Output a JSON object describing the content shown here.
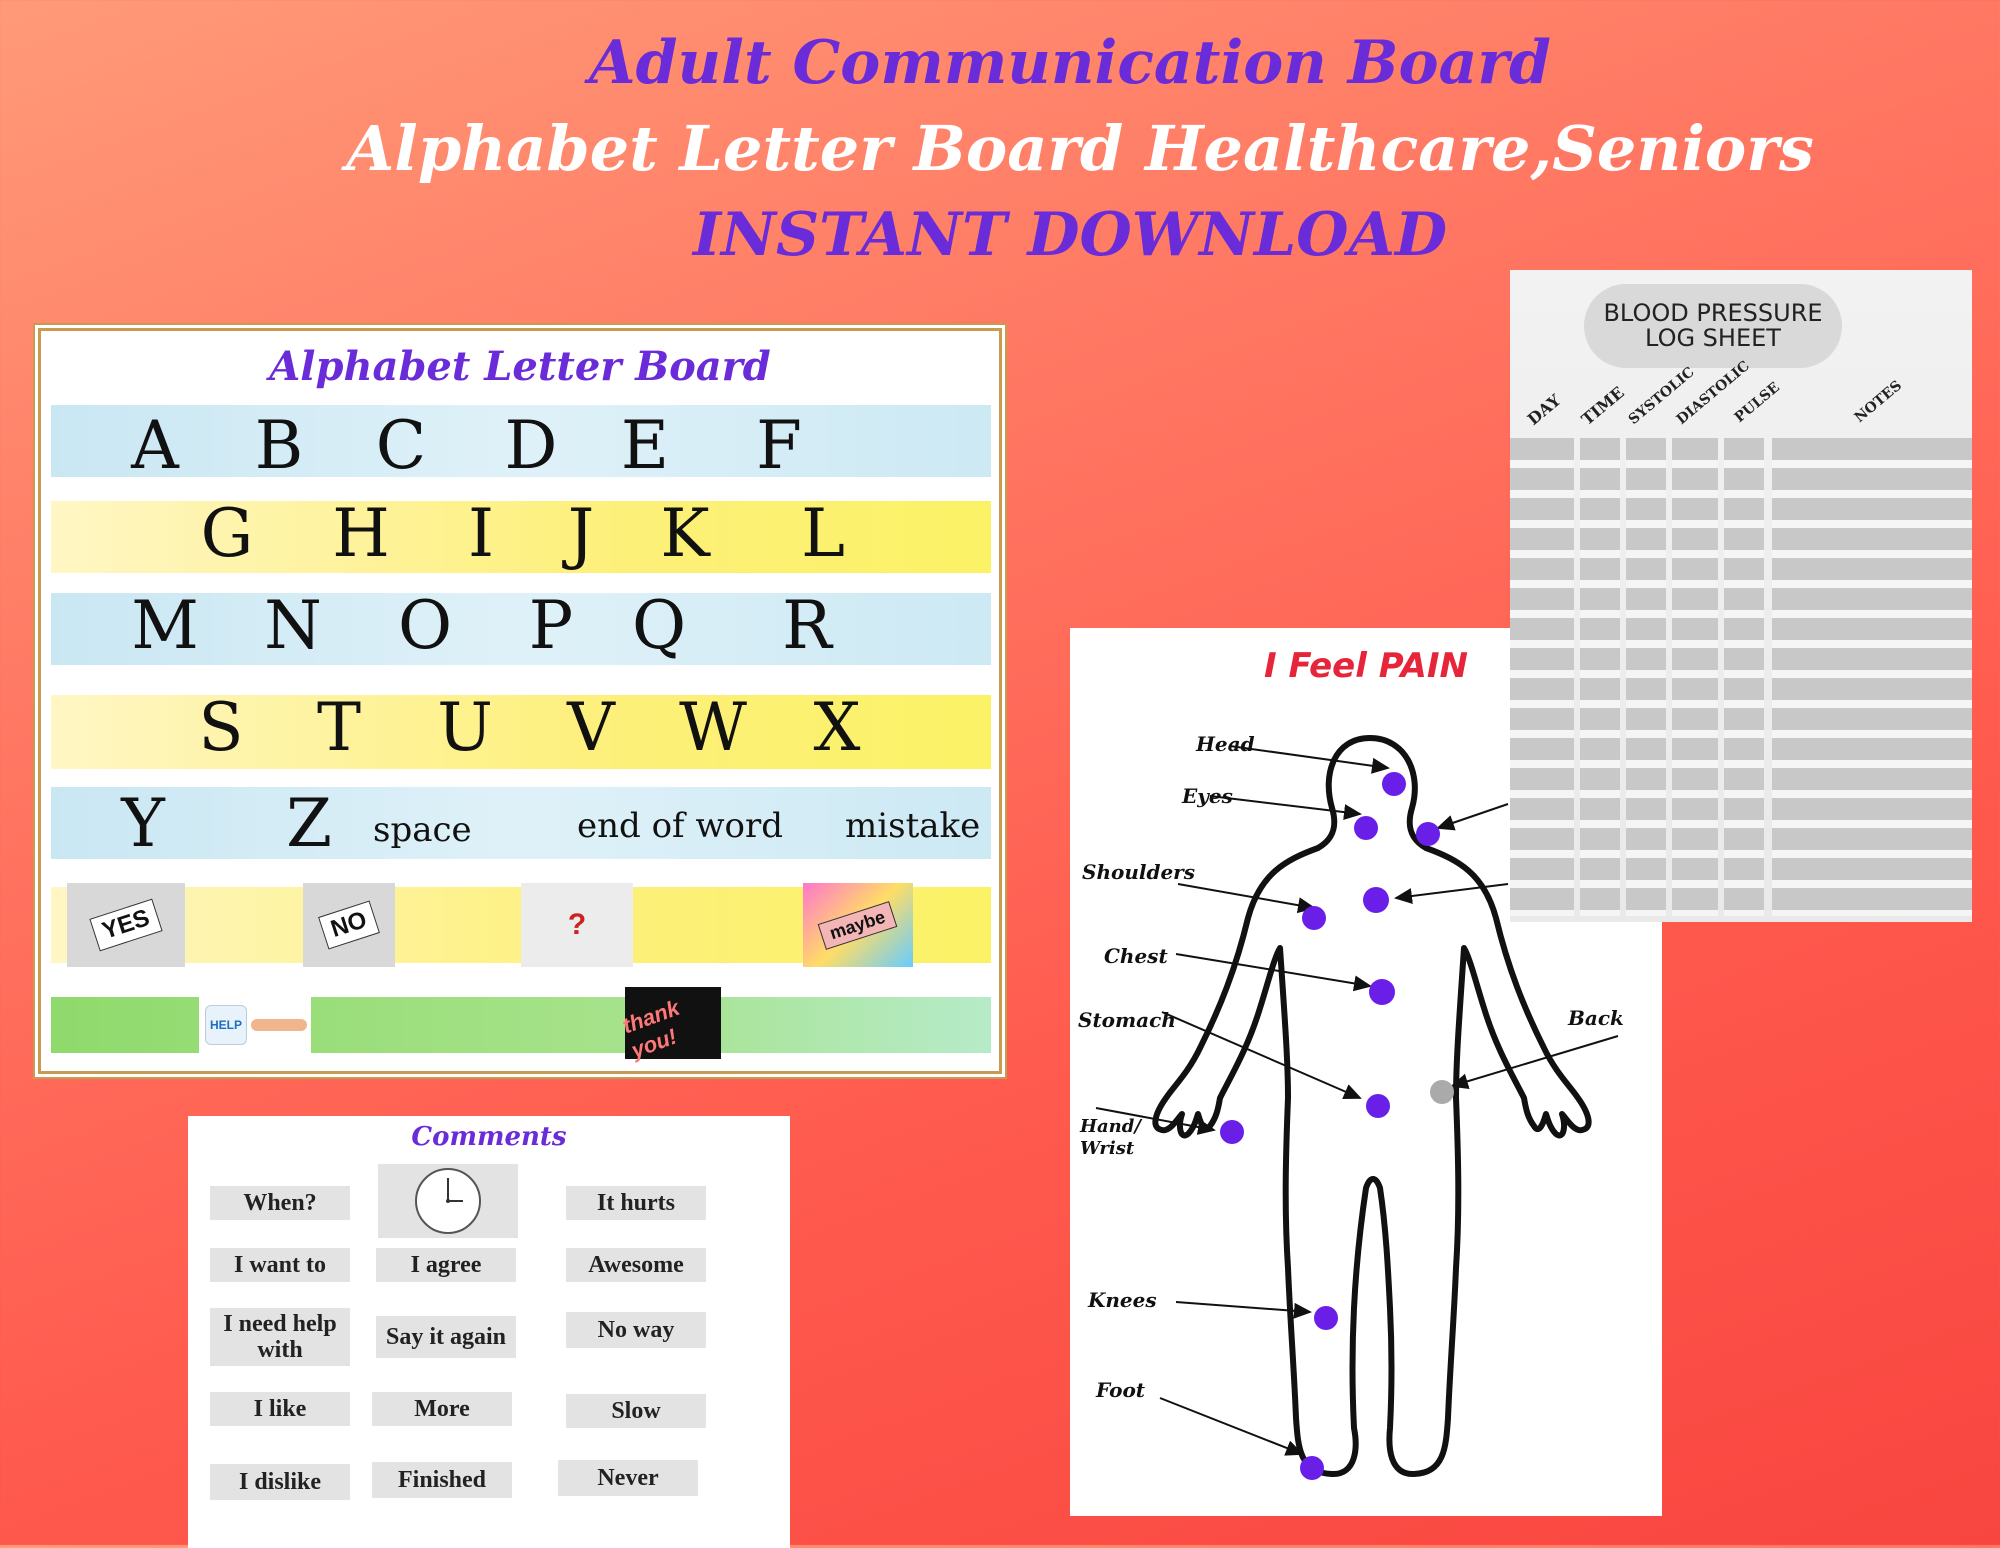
{
  "header": {
    "title": "Adult Communication Board",
    "subtitle": "Alphabet Letter Board  Healthcare,Seniors",
    "tagline": "INSTANT DOWNLOAD"
  },
  "alphabet_board": {
    "title": "Alphabet Letter Board",
    "rows": [
      [
        "A",
        "B",
        "C",
        "D",
        "E",
        "F"
      ],
      [
        "G",
        "H",
        "I",
        "J",
        "K",
        "L"
      ],
      [
        "M",
        "N",
        "O",
        "P",
        "Q",
        "R"
      ],
      [
        "S",
        "T",
        "U",
        "V",
        "W",
        "X"
      ],
      [
        "Y",
        "Z"
      ]
    ],
    "words": [
      "space",
      "end of word",
      "mistake"
    ],
    "cards": [
      "YES",
      "NO",
      "?",
      "maybe"
    ],
    "help_label": "HELP",
    "thanks_label": "thank you!"
  },
  "comments": {
    "title": "Comments",
    "items": [
      "When?",
      "It hurts",
      "I want to",
      "I agree",
      "Awesome",
      "I need help with",
      "Say it again",
      "No way",
      "I like",
      "More",
      "Slow",
      "I dislike",
      "Finished",
      "Never"
    ]
  },
  "pain_sheet": {
    "title": "I Feel PAIN",
    "labels": [
      "Head",
      "Eyes",
      "Shoulders",
      "Chest",
      "Stomach",
      "Hand/ Wrist",
      "Knees",
      "Foot",
      "Back"
    ]
  },
  "bp_log": {
    "title_line1": "BLOOD PRESSURE",
    "title_line2": "LOG  SHEET",
    "columns": [
      "DAY",
      "TIME",
      "SYSTOLIC",
      "DIASTOLIC",
      "PULSE",
      "NOTES"
    ]
  },
  "colors": {
    "purple": "#6a2bd8",
    "pain_red": "#e6253a",
    "dot": "#6a1fe8",
    "back_dot": "#aaaaaa"
  }
}
